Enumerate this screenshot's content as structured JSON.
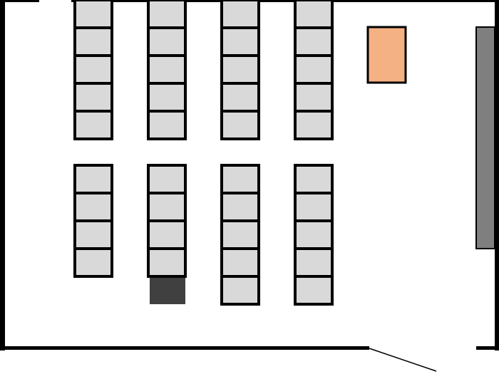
{
  "colors": {
    "background": "#ffffff",
    "wall": "#000000",
    "seat_fill": "#d9d9d9",
    "seat_border": "#000000",
    "desk_fill": "#f4b183",
    "board_fill": "#7f7f7f",
    "dark_block_fill": "#404040"
  },
  "seating": {
    "front_section": [
      {
        "column": 1,
        "seat_count": 5
      },
      {
        "column": 2,
        "seat_count": 5
      },
      {
        "column": 3,
        "seat_count": 5
      },
      {
        "column": 4,
        "seat_count": 5
      }
    ],
    "back_section": [
      {
        "column": 1,
        "seat_count": 4
      },
      {
        "column": 2,
        "seat_count": 4,
        "dark_block_below": true
      },
      {
        "column": 3,
        "seat_count": 5
      },
      {
        "column": 4,
        "seat_count": 5
      }
    ]
  },
  "fixtures": {
    "desk_icon": "teacher-desk",
    "board_icon": "whiteboard",
    "door_icon": "door-swing"
  }
}
